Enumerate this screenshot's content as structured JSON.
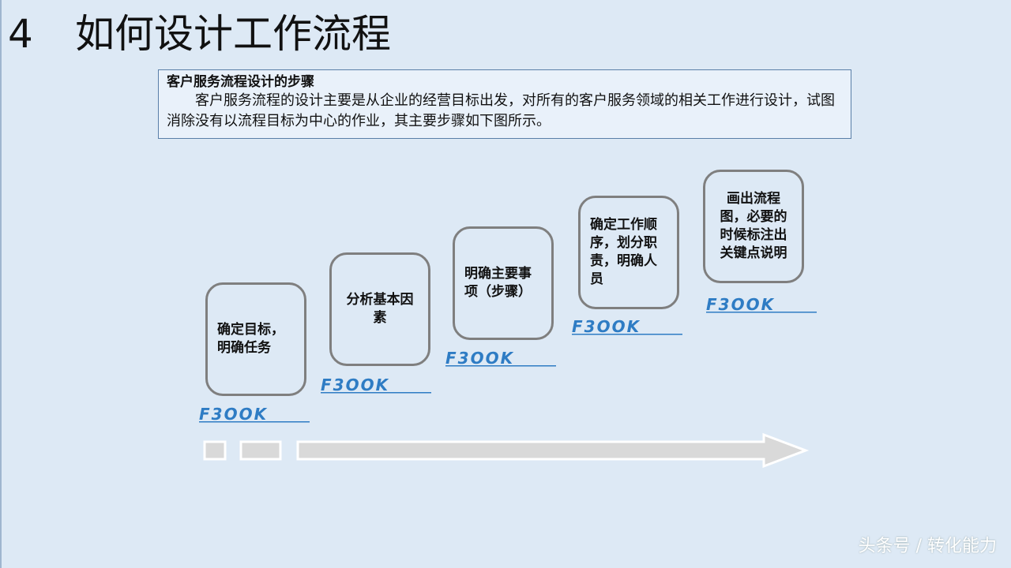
{
  "slide": {
    "number": "4",
    "title": "如何设计工作流程"
  },
  "intro": {
    "heading": "客户服务流程设计的步骤",
    "body": "客户服务流程的设计主要是从企业的经营目标出发，对所有的客户服务领域的相关工作进行设计，试图消除没有以流程目标为中心的作业，其主要步骤如下图所示。"
  },
  "steps": [
    {
      "label": "确定目标，明确任务"
    },
    {
      "label": "分析基本因素"
    },
    {
      "label": "明确主要事项（步骤）"
    },
    {
      "label": "确定工作顺序，划分职责，明确人员"
    },
    {
      "label": "画出流程图，必要的时候标注出关键点说明"
    }
  ],
  "logo": {
    "text": "F3OOK",
    "color": "#2e7cc4"
  },
  "colors": {
    "background": "#dde9f5",
    "box_border": "#7f7f7f",
    "arrow_fill": "#d9d9d9"
  },
  "watermark": "头条号 / 转化能力"
}
